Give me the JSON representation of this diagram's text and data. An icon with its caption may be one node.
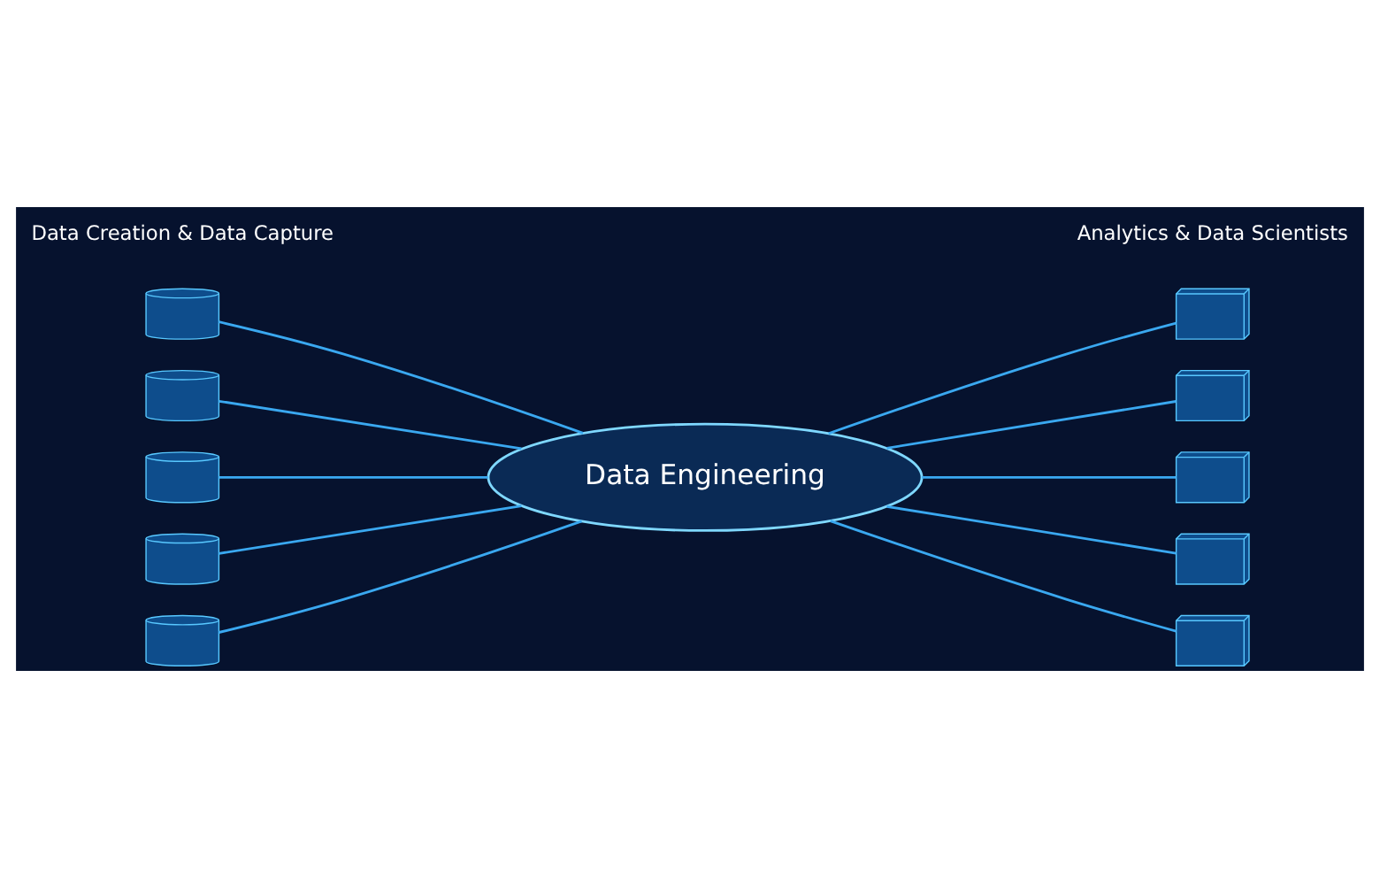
{
  "diagram": {
    "nodes": [
      {
        "text": [],
        "shape": "cylinder"
      },
      {
        "text": [],
        "shape": "cylinder"
      },
      {
        "text": [],
        "shape": "cylinder"
      },
      {
        "text": [],
        "shape": "cylinder"
      },
      {
        "text": [],
        "shape": "cylinder"
      },
      {
        "text": [
          "Data Engineering"
        ]
      },
      {
        "text": [],
        "shape": "picture"
      },
      {
        "text": [],
        "shape": "picture"
      },
      {
        "text": [],
        "shape": "picture"
      },
      {
        "text": [],
        "shape": "picture"
      },
      {
        "text": [],
        "shape": "picture"
      }
    ],
    "edges": [
      {
        "from": 0,
        "to": 5,
        "arrow": "none"
      },
      {
        "from": 1,
        "to": 5,
        "arrow": "none"
      },
      {
        "from": 2,
        "to": 5,
        "arrow": "none"
      },
      {
        "from": 3,
        "to": 5,
        "arrow": "none"
      },
      {
        "from": 4,
        "to": 5,
        "arrow": "none"
      },
      {
        "from": 5,
        "to": 6,
        "arrow": "none"
      },
      {
        "from": 5,
        "to": 7,
        "arrow": "none"
      },
      {
        "from": 5,
        "to": 8,
        "arrow": "none"
      },
      {
        "from": 5,
        "to": 9,
        "arrow": "none"
      },
      {
        "from": 5,
        "to": 10,
        "arrow": "none"
      }
    ],
    "labels": [
      "Data Creation & Data Capture",
      "Analytics & Data Scientists"
    ]
  }
}
